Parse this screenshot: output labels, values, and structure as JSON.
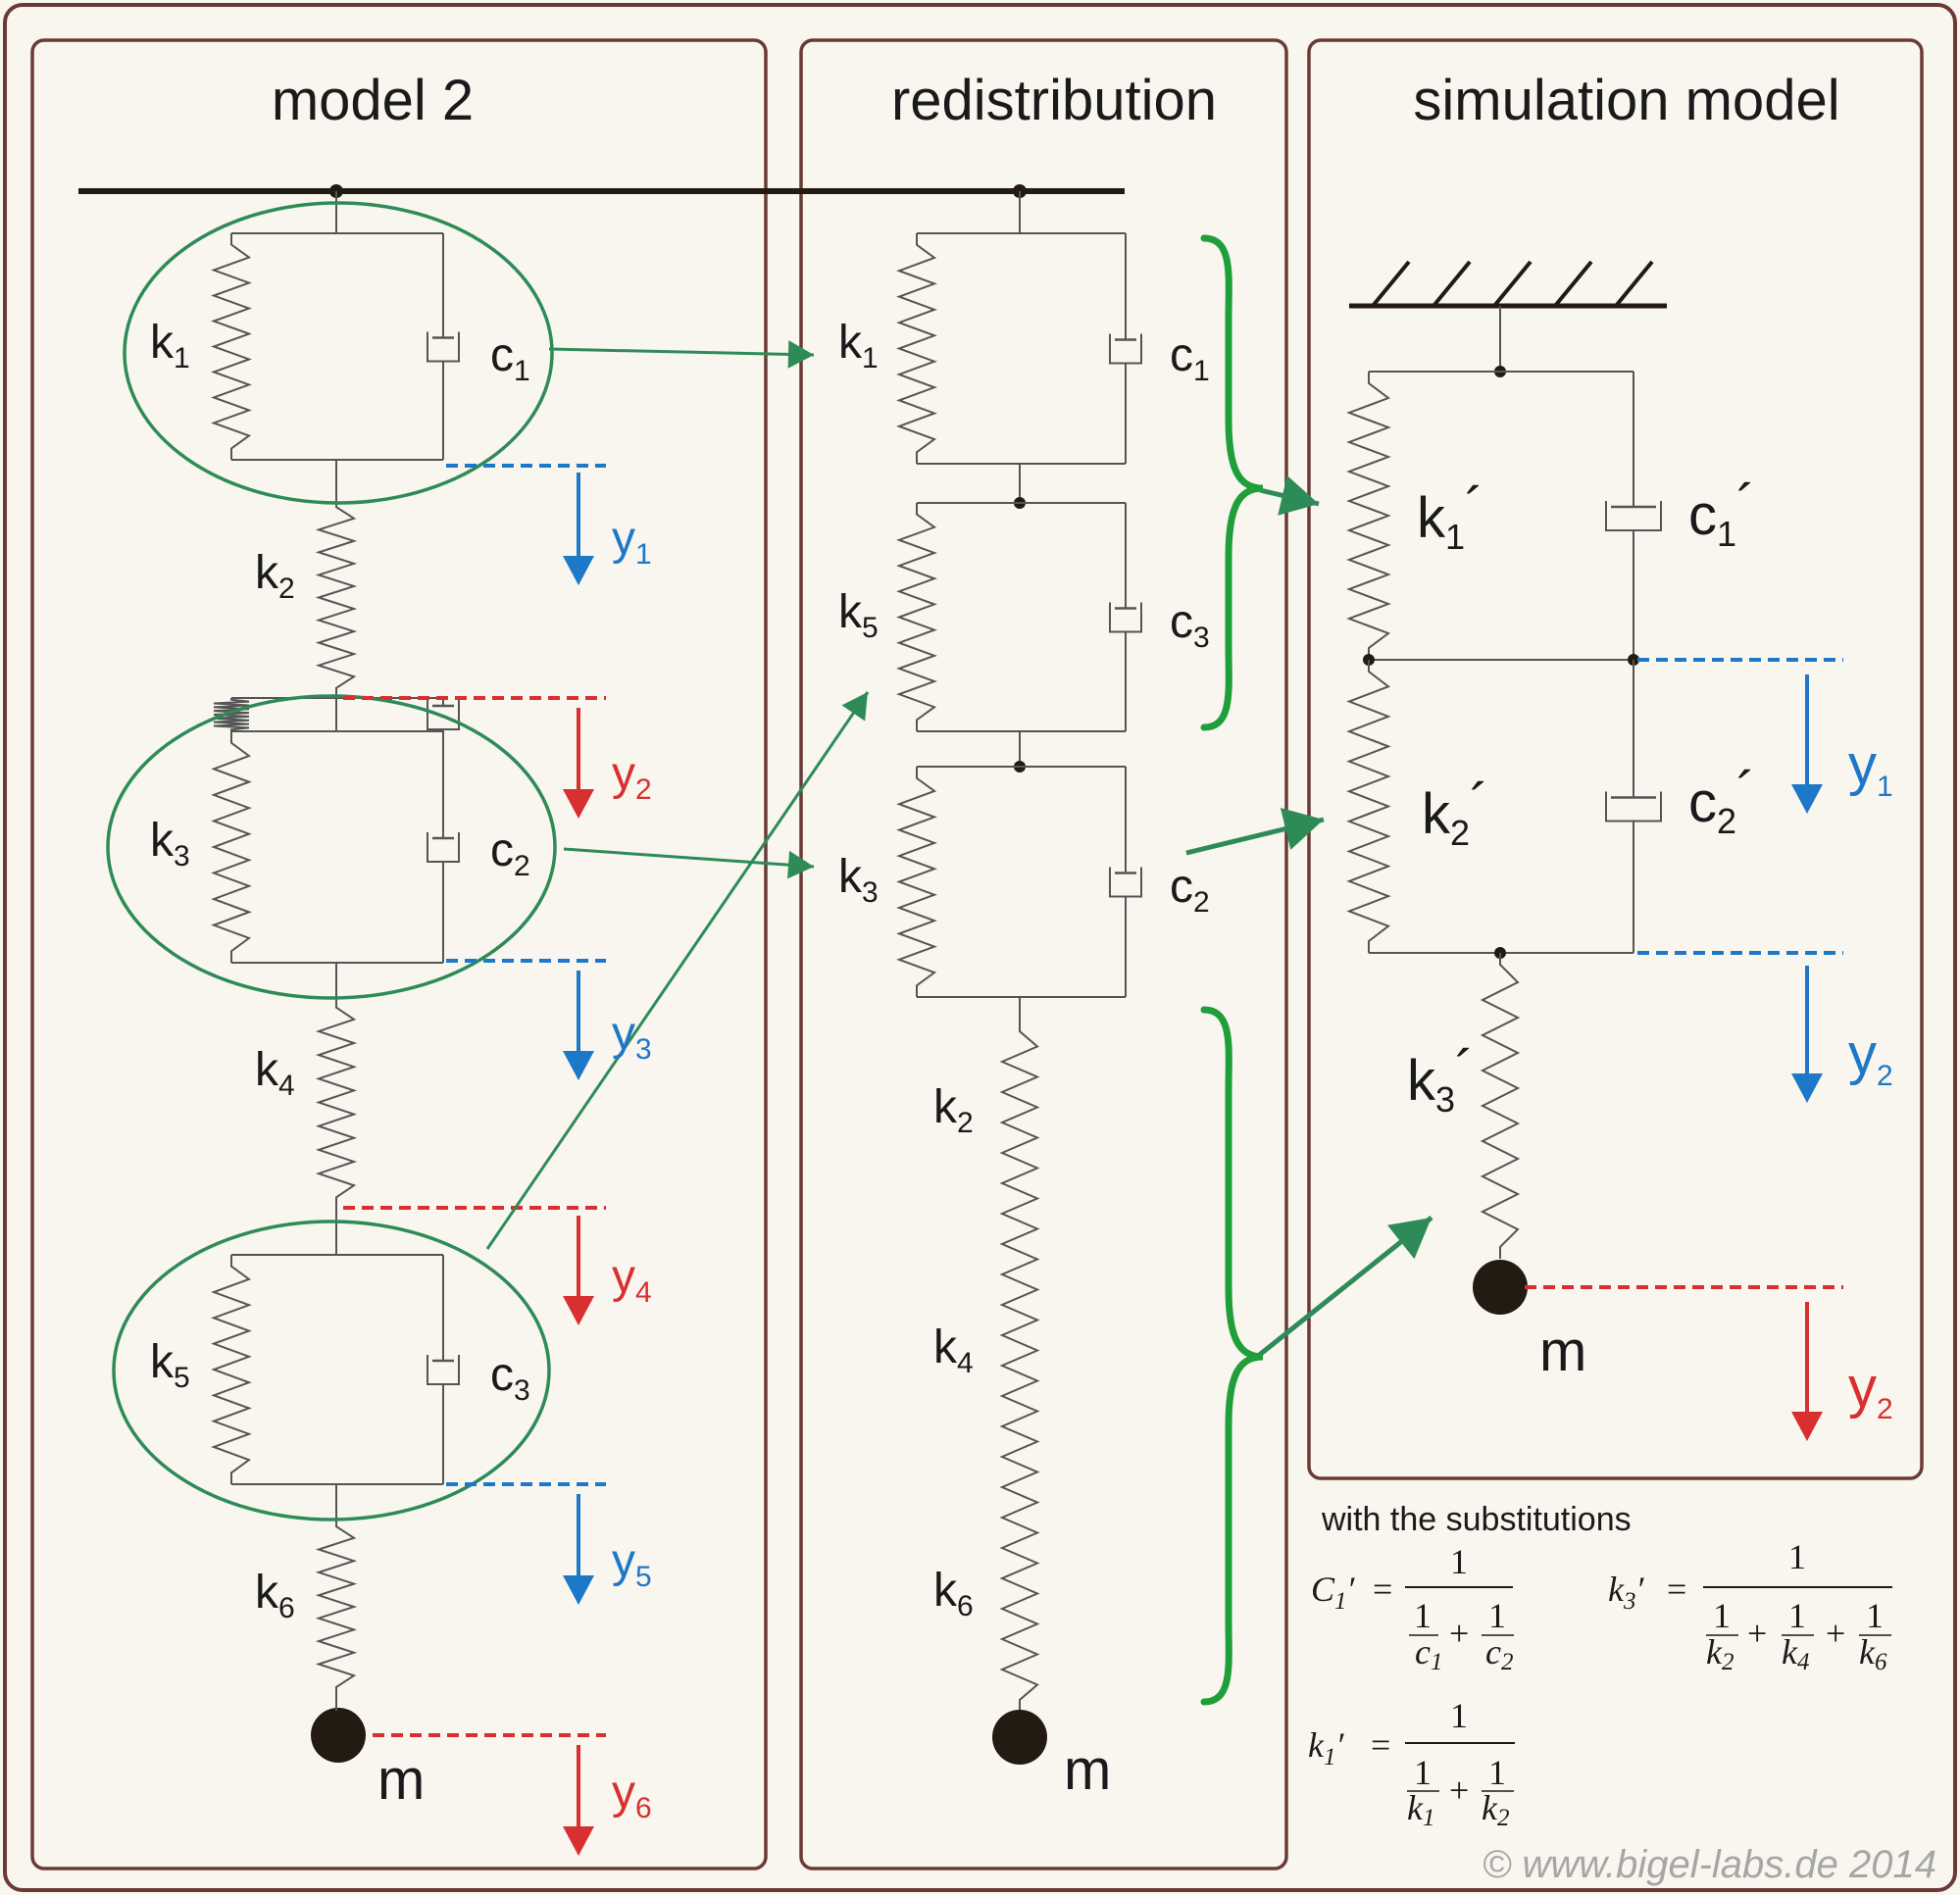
{
  "panels": {
    "left_title": "model 2",
    "middle_title": "redistribution",
    "right_title": "simulation model"
  },
  "mass_label": "m",
  "labels": {
    "k": "k",
    "c": "c",
    "y": "y",
    "prime": "´"
  },
  "substitutions": {
    "intro": "with the substitutions",
    "c1_lhs": "C",
    "k3_lhs": "k",
    "k1_lhs": "k",
    "one": "1",
    "c": "c",
    "k": "k"
  },
  "copyright": "© www.bigel-labs.de  2014",
  "colors": {
    "frame": "#6b3a36",
    "green": "#2e8b57",
    "brace": "#1f9e3a",
    "blue": "#1e78c8",
    "red": "#d83030"
  }
}
